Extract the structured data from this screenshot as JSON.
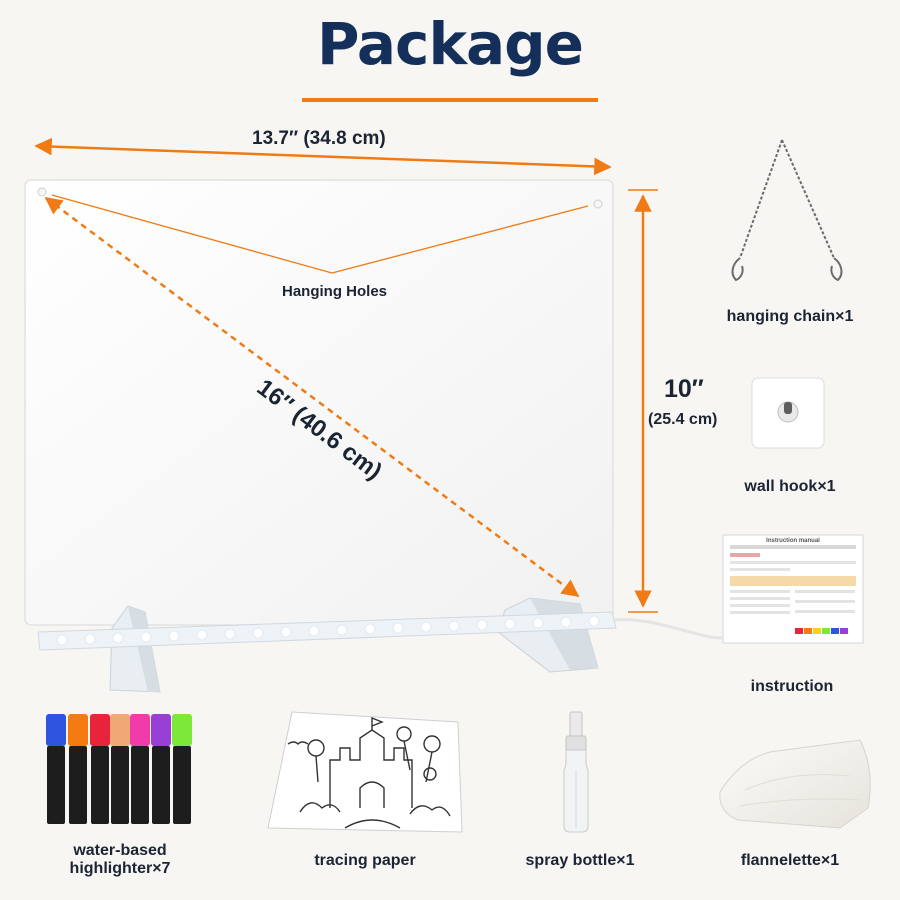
{
  "title": "Package",
  "board": {
    "width_label": "13.7″ (34.8 cm)",
    "diagonal_label": "16″ (40.6 cm)",
    "height_label": "10″",
    "height_sub": "(25.4 cm)",
    "hanging_holes": "Hanging Holes"
  },
  "items": {
    "hanging_chain": "hanging chain×1",
    "wall_hook": "wall hook×1",
    "instruction": "instruction",
    "manual_heading": "Instruction manual",
    "highlighter_line1": "water-based",
    "highlighter_line2": "highlighter×7",
    "tracing_paper": "tracing paper",
    "spray_bottle": "spray bottle×1",
    "flannelette": "flannelette×1"
  },
  "colors": {
    "accent": "#f07a14",
    "title": "#14305a",
    "text": "#1b2433",
    "marker_caps": [
      "#2f54e0",
      "#f57a12",
      "#e8243c",
      "#f2a777",
      "#f03ca8",
      "#9a3fd6",
      "#7ee83a"
    ]
  }
}
